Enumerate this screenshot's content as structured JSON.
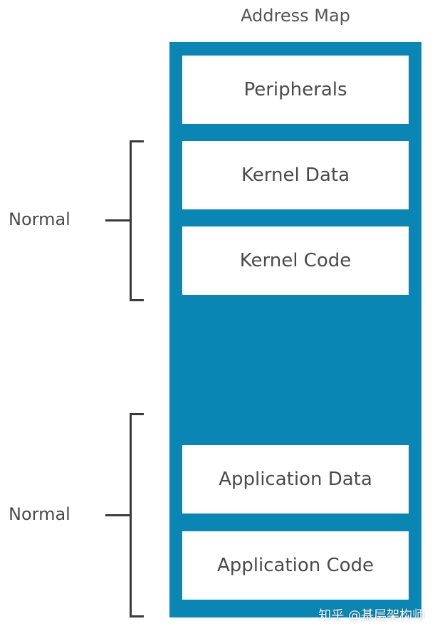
{
  "title": "Address Map",
  "colors": {
    "map_background": "#0a86b5",
    "block_background": "#ffffff",
    "bracket": "#3a3a3a"
  },
  "regions": [
    {
      "label": "Peripherals"
    },
    {
      "label": "Kernel Data"
    },
    {
      "label": "Kernel Code"
    },
    {
      "label": "Application Data"
    },
    {
      "label": "Application Code"
    }
  ],
  "groups": [
    {
      "label": "Normal"
    },
    {
      "label": "Normal"
    }
  ],
  "watermark": "知乎 @基层架构师"
}
